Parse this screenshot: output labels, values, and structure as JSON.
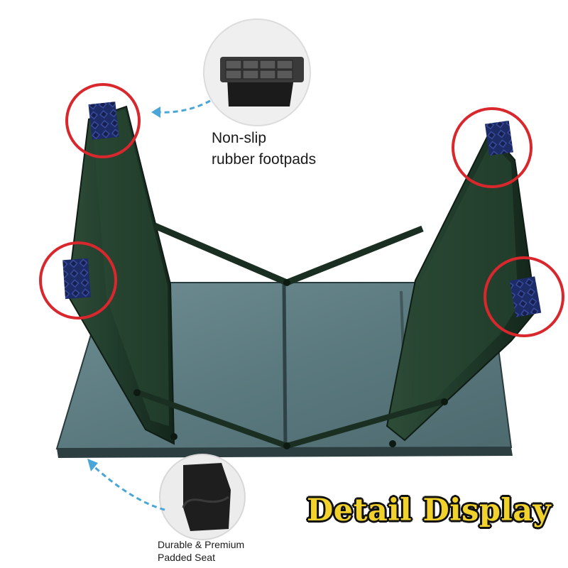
{
  "image": {
    "subject": "folding metal step stool, underside view",
    "headline": "Detail Display",
    "callouts": [
      {
        "id": "footpads",
        "lines": [
          "Non-slip",
          "rubber footpads"
        ]
      },
      {
        "id": "seat",
        "lines": [
          "Durable & Premium",
          "Padded Seat"
        ]
      }
    ]
  },
  "colors": {
    "frame": "#1f3a2a",
    "seat_panel": "#5d7c80",
    "footpad": "#1d2b66",
    "highlight_circle": "#d8272d",
    "arrow": "#4aa6d6",
    "headline_fill": "#f1d22c",
    "headline_outline": "#111111"
  },
  "icons": [
    "dashed-arrow-icon",
    "highlight-circle-icon"
  ]
}
